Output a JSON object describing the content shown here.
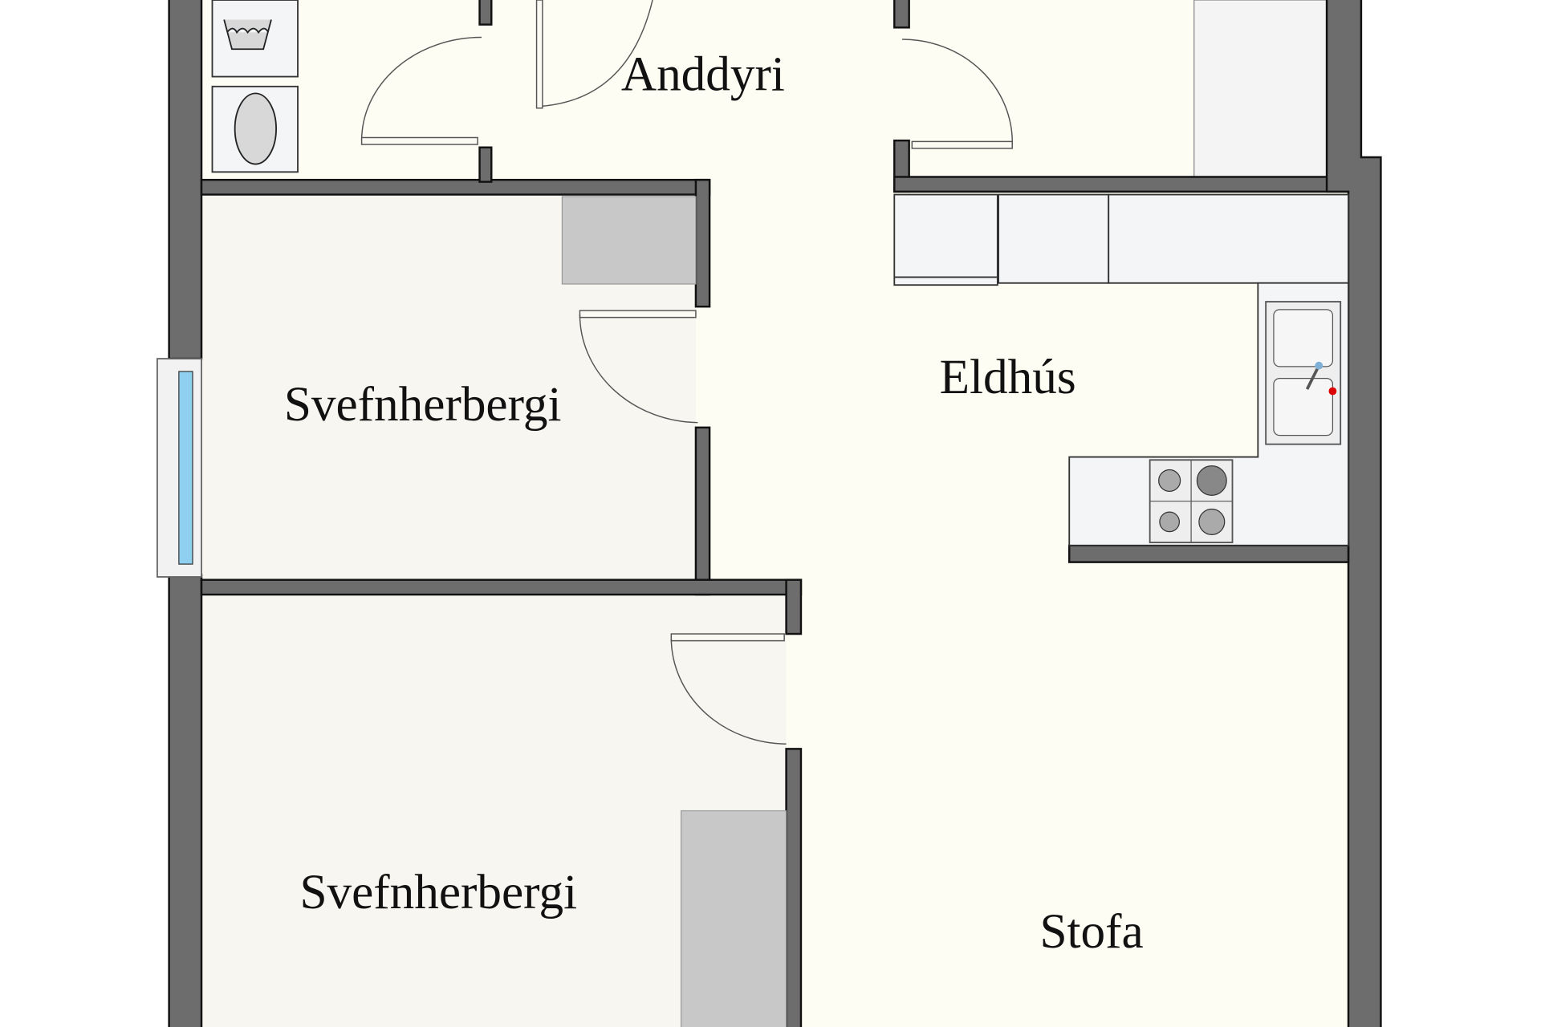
{
  "rooms": {
    "entrance": "Anddyri",
    "kitchen": "Eldhús",
    "bedroom_1": "Svefnherbergi",
    "bedroom_2": "Svefnherbergi",
    "living_room": "Stofa"
  },
  "colors": {
    "wall": "#6d6d6d",
    "hall_floor": "#fdfdf3",
    "bedroom_floor": "#f8f6f0",
    "closet": "#c8c8c8",
    "window_glass": "#8fd0f0"
  }
}
